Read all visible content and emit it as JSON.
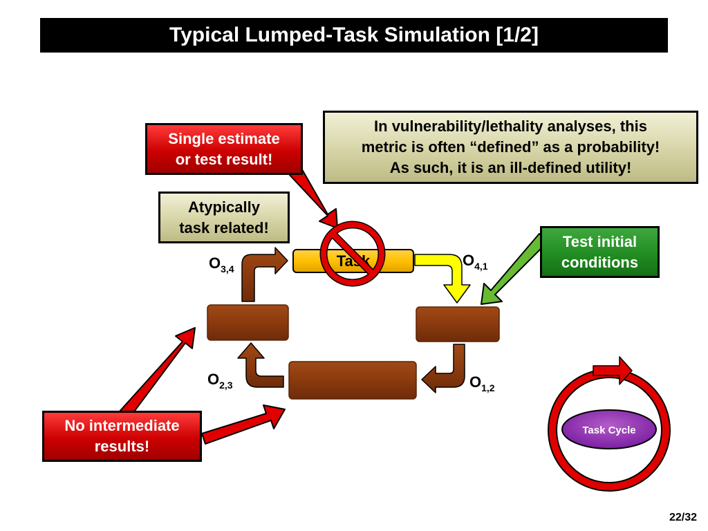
{
  "slide": {
    "title": "Typical Lumped-Task Simulation [1/2]",
    "page_number": "22/32"
  },
  "callouts": {
    "single_estimate": "Single estimate\nor test result!",
    "vulnerability_note": "In vulnerability/lethality analyses, this\nmetric is often “defined” as a probability!\nAs such, it is an ill-defined utility!",
    "atypically": "Atypically\ntask related!",
    "test_initial": "Test initial\nconditions",
    "no_intermediate": "No intermediate\nresults!"
  },
  "task_bar": {
    "label": "Task"
  },
  "operations": [
    {
      "base": "O",
      "sub": "3,4"
    },
    {
      "base": "O",
      "sub": "4,1"
    },
    {
      "base": "O",
      "sub": "2,3"
    },
    {
      "base": "O",
      "sub": "1,2"
    }
  ],
  "legend": {
    "label": "Task Cycle"
  },
  "colors": {
    "title_bar": "#000000",
    "red_callout": "#cc0000",
    "olive_callout": "#d6d4a6",
    "green_callout": "#1f8a1f",
    "task_bar": "#ffc000",
    "state_box": "#8b3a0e",
    "yellow_arrow": "#ffff00",
    "green_arrow": "#66bb33",
    "red_arrow": "#e00000",
    "prohibition": "#e00000",
    "task_cycle_oval": "#8e24aa"
  }
}
